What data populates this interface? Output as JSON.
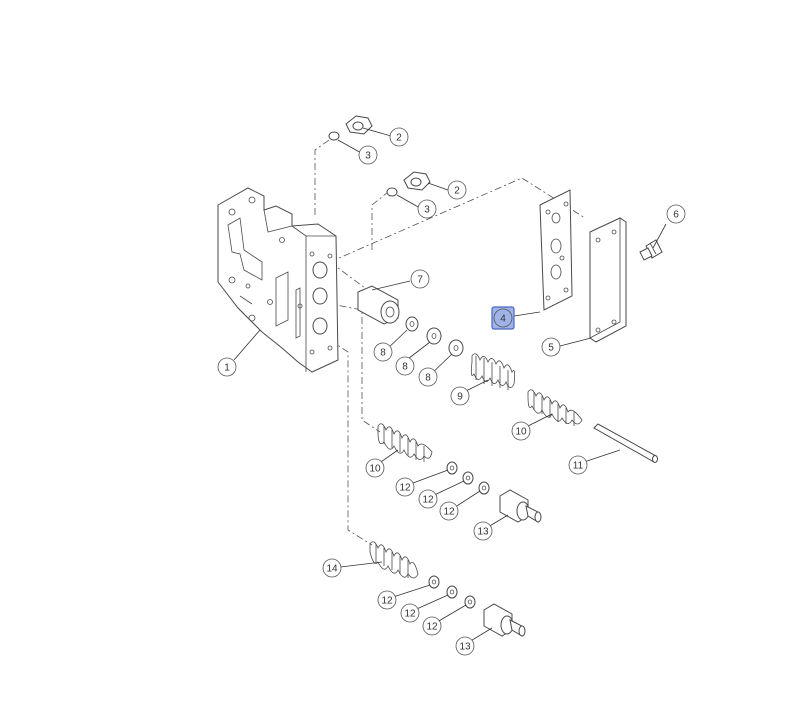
{
  "diagram": {
    "callouts": [
      {
        "id": "c2a",
        "label": "2"
      },
      {
        "id": "c3a",
        "label": "3"
      },
      {
        "id": "c2b",
        "label": "2"
      },
      {
        "id": "c3b",
        "label": "3"
      },
      {
        "id": "c6",
        "label": "6"
      },
      {
        "id": "c7",
        "label": "7"
      },
      {
        "id": "c4",
        "label": "4",
        "highlighted": true
      },
      {
        "id": "c5",
        "label": "5"
      },
      {
        "id": "c1",
        "label": "1"
      },
      {
        "id": "c8a",
        "label": "8"
      },
      {
        "id": "c8b",
        "label": "8"
      },
      {
        "id": "c8c",
        "label": "8"
      },
      {
        "id": "c9",
        "label": "9"
      },
      {
        "id": "c10a",
        "label": "10"
      },
      {
        "id": "c11",
        "label": "11"
      },
      {
        "id": "c10b",
        "label": "10"
      },
      {
        "id": "c12a",
        "label": "12"
      },
      {
        "id": "c12b",
        "label": "12"
      },
      {
        "id": "c12c",
        "label": "12"
      },
      {
        "id": "c13a",
        "label": "13"
      },
      {
        "id": "c14",
        "label": "14"
      },
      {
        "id": "c12d",
        "label": "12"
      },
      {
        "id": "c12e",
        "label": "12"
      },
      {
        "id": "c12f",
        "label": "12"
      },
      {
        "id": "c13b",
        "label": "13"
      }
    ],
    "colors": {
      "line": "#4a4a4a",
      "highlight_fill": "#9fb3e8",
      "highlight_stroke": "#4b67c4"
    }
  }
}
